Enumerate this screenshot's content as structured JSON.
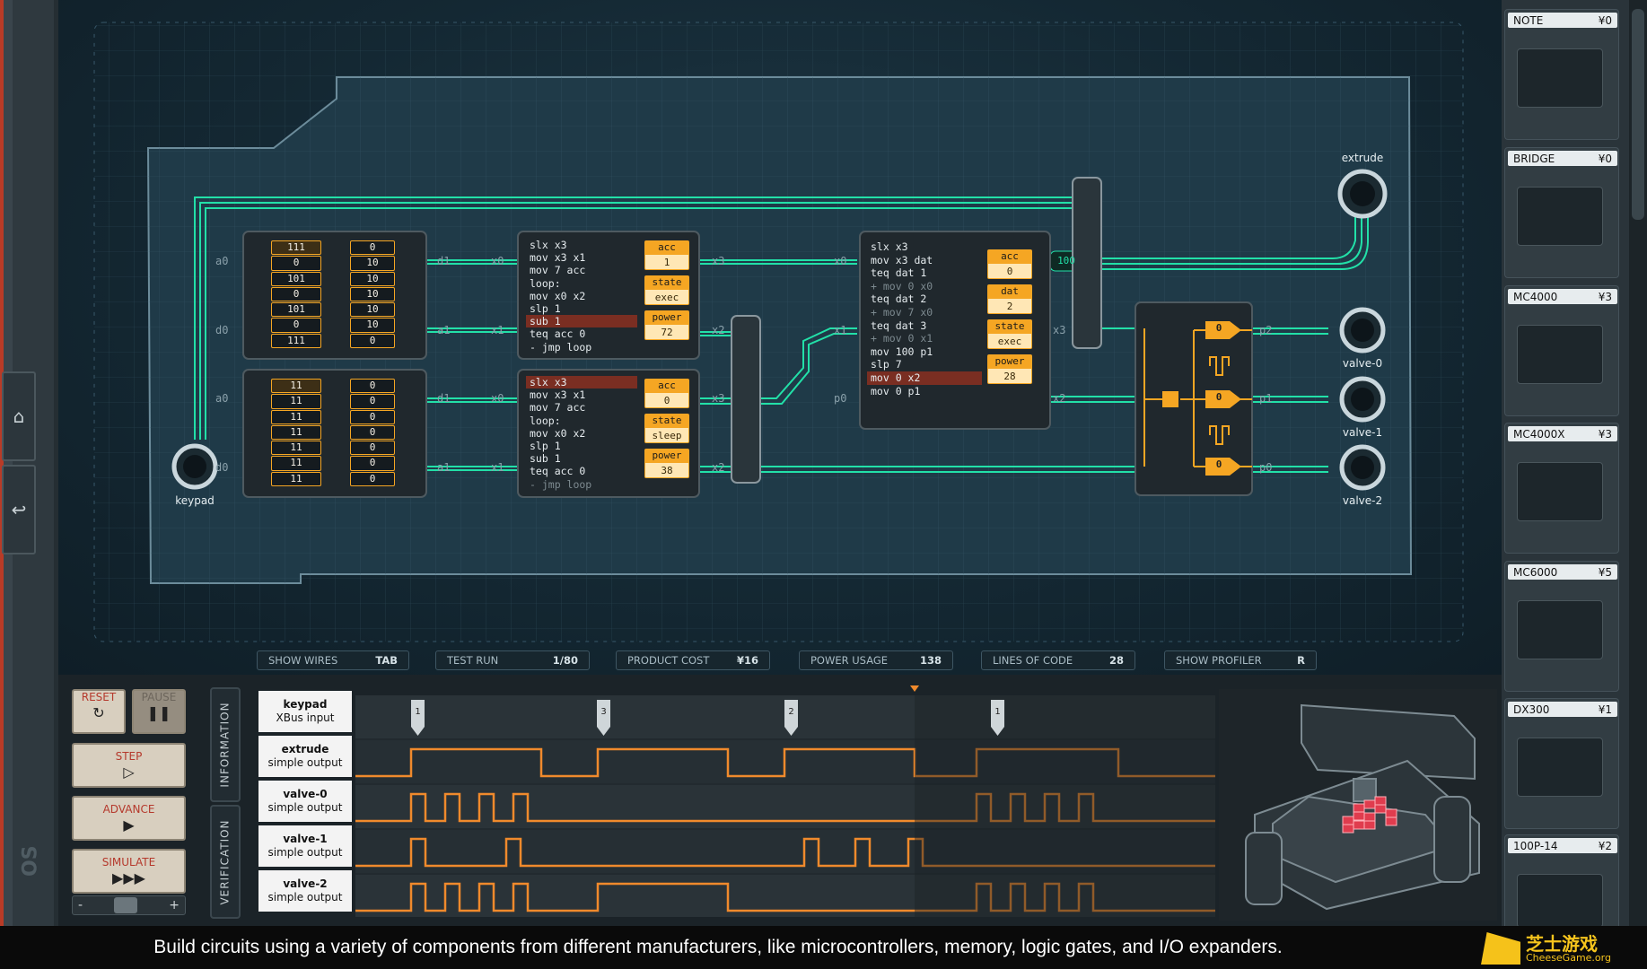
{
  "sidebar": {
    "home_icon": "home-icon",
    "undo_icon": "undo-icon",
    "logo": "OS"
  },
  "toolbar": {
    "show_wires": {
      "label": "SHOW WIRES",
      "key": "TAB"
    },
    "test_run": {
      "label": "TEST RUN",
      "value": "1/80"
    },
    "product_cost": {
      "label": "PRODUCT COST",
      "value": "¥16"
    },
    "power_usage": {
      "label": "POWER USAGE",
      "value": "138"
    },
    "lines_of_code": {
      "label": "LINES OF CODE",
      "value": "28"
    },
    "show_profiler": {
      "label": "SHOW PROFILER",
      "key": "R"
    }
  },
  "controls": {
    "reset": "RESET",
    "pause": "PAUSE",
    "step": "STEP",
    "advance": "ADVANCE",
    "simulate": "SIMULATE",
    "minus": "-",
    "plus": "+"
  },
  "tabs": {
    "information": "INFORMATION",
    "verification": "VERIFICATION"
  },
  "signals": [
    {
      "name": "keypad",
      "type": "XBus input"
    },
    {
      "name": "extrude",
      "type": "simple output"
    },
    {
      "name": "valve-0",
      "type": "simple output"
    },
    {
      "name": "valve-1",
      "type": "simple output"
    },
    {
      "name": "valve-2",
      "type": "simple output"
    }
  ],
  "keypad_events": [
    "1",
    "3",
    "2",
    "1"
  ],
  "palette": [
    {
      "name": "NOTE",
      "price": "¥0"
    },
    {
      "name": "BRIDGE",
      "price": "¥0"
    },
    {
      "name": "MC4000",
      "price": "¥3"
    },
    {
      "name": "MC4000X",
      "price": "¥3"
    },
    {
      "name": "MC6000",
      "price": "¥5"
    },
    {
      "name": "DX300",
      "price": "¥1"
    },
    {
      "name": "100P-14",
      "price": "¥2"
    }
  ],
  "board": {
    "ports": {
      "extrude": "extrude",
      "keypad": "keypad",
      "valve0": "valve-0",
      "valve1": "valve-1",
      "valve2": "valve-2"
    },
    "rom1": {
      "left": [
        "111",
        "0",
        "101",
        "0",
        "101",
        "0",
        "111"
      ],
      "right": [
        "0",
        "10",
        "10",
        "10",
        "10",
        "10",
        "0"
      ]
    },
    "rom2": {
      "left": [
        "11",
        "11",
        "11",
        "11",
        "11",
        "11",
        "11"
      ],
      "right": [
        "0",
        "0",
        "0",
        "0",
        "0",
        "0",
        "0"
      ]
    },
    "mc1": {
      "code": [
        "slx x3",
        "mov x3 x1",
        "mov 7 acc",
        "loop:",
        "mov x0 x2",
        "slp 1",
        "sub 1",
        "teq acc 0",
        "- jmp loop"
      ],
      "acc": "1",
      "state": "exec",
      "power": "72"
    },
    "mc2": {
      "code": [
        "slx x3",
        "mov x3 x1",
        "mov 7 acc",
        "loop:",
        "mov x0 x2",
        "slp 1",
        "sub 1",
        "teq acc 0",
        "- jmp loop"
      ],
      "acc": "0",
      "state": "sleep",
      "power": "38"
    },
    "mc3": {
      "code": [
        "slx x3",
        "mov x3 dat",
        "teq dat 1",
        "+ mov 0 x0",
        "teq dat 2",
        "+ mov 7 x0",
        "teq dat 3",
        "+ mov 0 x1",
        "mov 100 p1",
        "slp 7",
        "mov 0 x2",
        "mov 0 p1"
      ],
      "acc": "0",
      "dat": "2",
      "state": "exec",
      "power": "28"
    },
    "reg_labels": {
      "acc": "acc",
      "dat": "dat",
      "state": "state",
      "power": "power"
    },
    "pins": {
      "a0": "a0",
      "d0": "d0",
      "a1": "a1",
      "d1": "d1",
      "x0": "x0",
      "x1": "x1",
      "x2": "x2",
      "x3": "x3",
      "p0": "p0",
      "p1": "p1",
      "p2": "p2"
    },
    "wire_value": "100",
    "dx300": [
      "0",
      "0",
      "0"
    ]
  },
  "caption": "Build circuits using a variety of components from different manufacturers, like microcontrollers, memory, logic gates, and I/O expanders.",
  "watermark": {
    "title": "芝士游戏",
    "url": "CheeseGame.org"
  },
  "colors": {
    "accent": "#f5a623",
    "wire": "#1ed39a",
    "wave": "#f08a2c"
  }
}
